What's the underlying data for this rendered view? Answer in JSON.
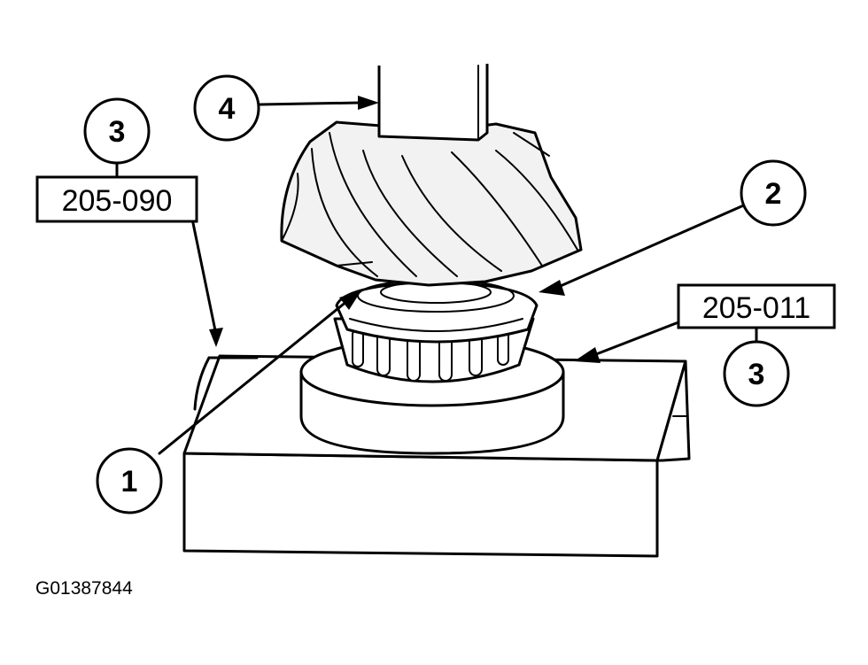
{
  "callouts": {
    "c1": "1",
    "c2": "2",
    "c3_left": "3",
    "c3_right": "3",
    "c4": "4"
  },
  "tools": {
    "left_tool": "205-090",
    "right_tool": "205-011"
  },
  "figure_id": "G01387844"
}
